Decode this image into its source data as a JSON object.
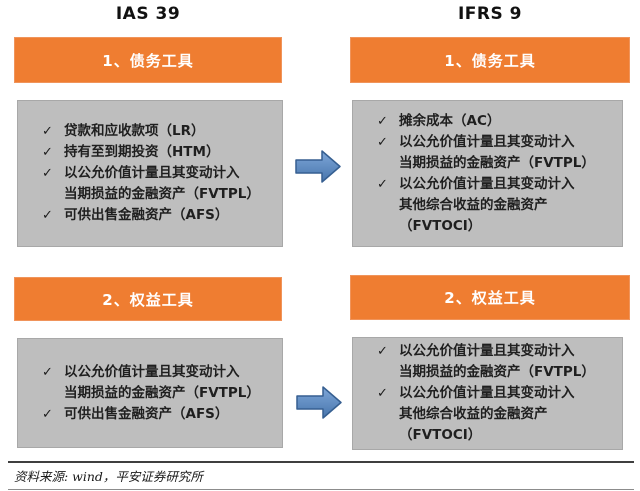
{
  "header": {
    "left_title": "IAS 39",
    "right_title": "IFRS 9"
  },
  "sections": [
    {
      "left": {
        "header": "1、债务工具",
        "items": [
          "贷款和应收款项（LR）",
          "持有至到期投资（HTM）",
          "以公允价值计量且其变动计入\n当期损益的金融资产（FVTPL）",
          "可供出售金融资产（AFS）"
        ]
      },
      "right": {
        "header": "1、债务工具",
        "items": [
          "摊余成本（AC）",
          "以公允价值计量且其变动计入\n当期损益的金融资产（FVTPL）",
          "以公允价值计量且其变动计入\n其他综合收益的金融资产\n（FVTOCI）"
        ]
      }
    },
    {
      "left": {
        "header": "2、权益工具",
        "items": [
          "以公允价值计量且其变动计入\n当期损益的金融资产（FVTPL）",
          "可供出售金融资产（AFS）"
        ]
      },
      "right": {
        "header": "2、权益工具",
        "items": [
          "以公允价值计量且其变动计入\n当期损益的金融资产（FVTPL）",
          "以公允价值计量且其变动计入\n其他综合收益的金融资产\n（FVTOCI）"
        ]
      }
    }
  ],
  "icons": {
    "check": "✓",
    "arrow": "right-block-arrow"
  },
  "footer": {
    "source_note": "资料来源: wind，平安证券研究所"
  },
  "colors": {
    "header_bg": "#EF7D31",
    "box_bg": "#BEBEBE",
    "arrow_fill_top": "#7FA7D9",
    "arrow_fill_bottom": "#4775AC",
    "arrow_stroke": "#365F91"
  }
}
